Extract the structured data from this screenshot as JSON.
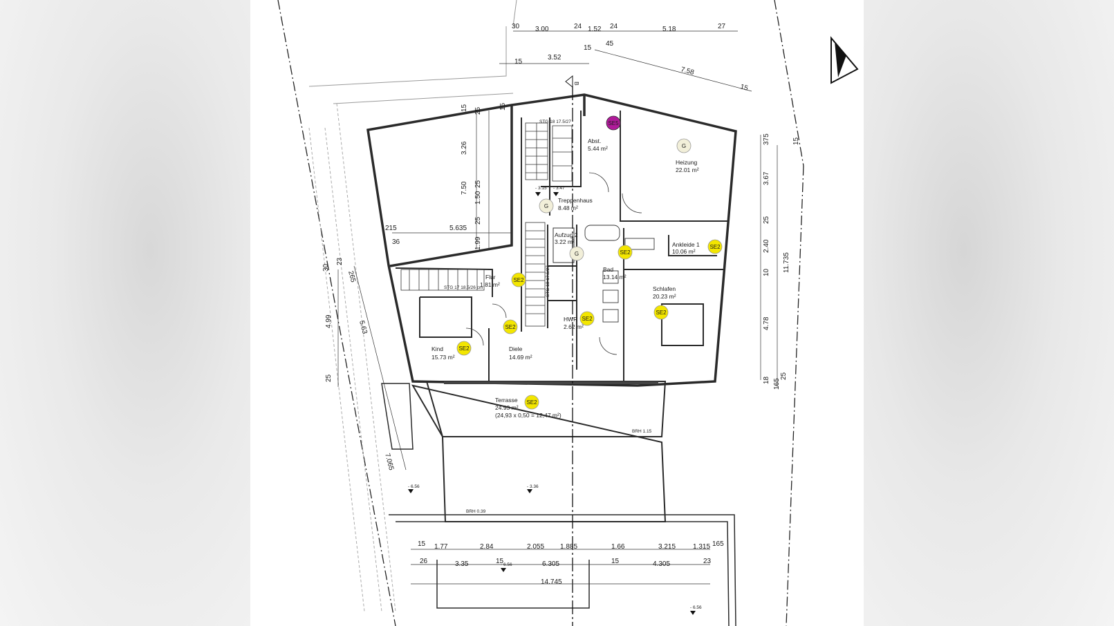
{
  "colors": {
    "badge_yellow": "#f3e600",
    "badge_magenta": "#b01a9a",
    "badge_gas": "#f2efd9",
    "wall": "#2a2a2a",
    "background": "#f1f1f1",
    "sheet": "#ffffff"
  },
  "dimensions": {
    "top_row_1": [
      "30",
      "3.00",
      "24",
      "1.52",
      "24",
      "5.18",
      "27"
    ],
    "top_row_2": [
      "15",
      "3.52",
      "15",
      "45",
      "7.58",
      "15"
    ],
    "left_col_a": [
      "15",
      "3.26",
      "7.50",
      "1.99"
    ],
    "left_col_b": [
      "25",
      "25",
      "1.50",
      "25"
    ],
    "left_col_c": "15",
    "left_mid": [
      "215",
      "5.635",
      "36"
    ],
    "left_lower": [
      "30",
      "23",
      "4.99",
      "25",
      "265",
      "5.63",
      "7.065"
    ],
    "right_col": [
      "375",
      "3.67",
      "25",
      "2.40",
      "10",
      "4.78",
      "18"
    ],
    "right_outer": [
      "15",
      "11.735",
      "25",
      "165"
    ],
    "bottom_row_1": [
      "15",
      "1.77",
      "2.84",
      "2.055",
      "1.885",
      "1.66",
      "3.215",
      "1.315",
      "165"
    ],
    "bottom_row_2": [
      "26",
      "3.35",
      "15",
      "6.305",
      "15",
      "4.305",
      "23"
    ],
    "bottom_total": "14.745"
  },
  "section_marker": "B",
  "rooms": [
    {
      "name": "Abst.",
      "area": "5.44 m²"
    },
    {
      "name": "Heizung",
      "area": "22.01 m²"
    },
    {
      "name": "Treppenhaus",
      "area": "8.48 m²"
    },
    {
      "name": "Aufzug 2",
      "area": "3.22 m²"
    },
    {
      "name": "Ankleide 1",
      "area": "10.06 m²"
    },
    {
      "name": "Flur",
      "area": "1.81 m²"
    },
    {
      "name": "Bad",
      "area": "13.14 m²"
    },
    {
      "name": "Schlafen",
      "area": "20.23 m²"
    },
    {
      "name": "HWR",
      "area": "2.62 m²"
    },
    {
      "name": "Kind",
      "area": "15.73 m²"
    },
    {
      "name": "Diele",
      "area": "14.69 m²"
    },
    {
      "name": "Terrasse",
      "area": "24.93 m²",
      "note": "(24,93 x 0,50 = 12,47 m²)"
    }
  ],
  "badges": {
    "se5": "SE5",
    "se2": "SE2",
    "gas": "G"
  },
  "stair_labels": {
    "stg_top": "STG 18 17.5/27",
    "stg_mid": "STG 18 17.5/27",
    "stg_left": "STG 17 18.5/26 cm"
  },
  "levels": {
    "l1": "- 3.15",
    "l2": "- 3.47",
    "l3": "- 6.56",
    "l4": "- 3.36",
    "l5": "- 6.56",
    "l6": "- 6.56"
  },
  "brh": {
    "terrace": "BRH 1.15",
    "lower": "BRH 0.39"
  }
}
